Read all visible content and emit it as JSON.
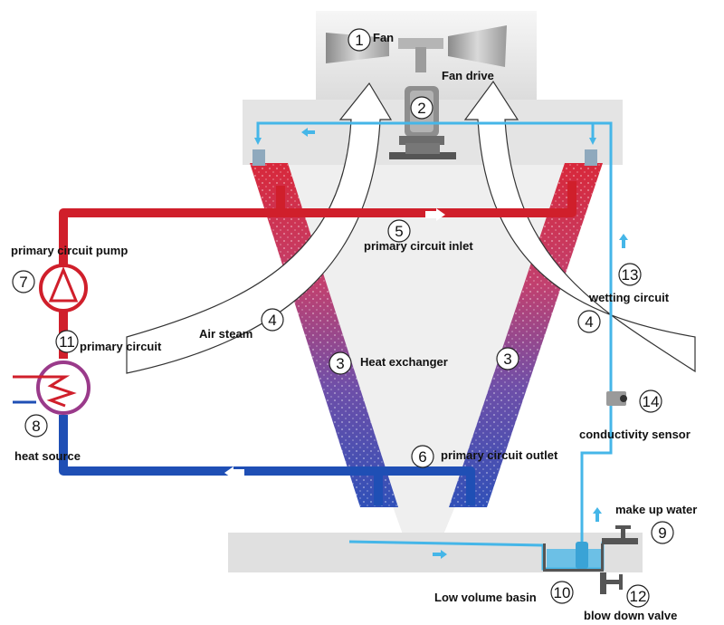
{
  "colors": {
    "hot_pipe": "#d01f2b",
    "cold_pipe": "#1f4fb5",
    "water": "#45b6e8",
    "casing": "#e6e6e6",
    "coil_top": "#d8283a",
    "coil_bottom": "#3050b8"
  },
  "components": {
    "fan": {
      "number": "1",
      "label": "Fan"
    },
    "fan_drive": {
      "number": "2",
      "label": "Fan drive"
    },
    "heat_exchanger": {
      "number": "3",
      "label": "Heat exchanger"
    },
    "air_stream": {
      "number": "4",
      "label": "Air steam"
    },
    "primary_inlet": {
      "number": "5",
      "label": "primary circuit inlet"
    },
    "primary_outlet": {
      "number": "6",
      "label": "primary circuit outlet"
    },
    "pump": {
      "number": "7",
      "label": "primary circuit pump"
    },
    "heat_source": {
      "number": "8",
      "label": "heat source"
    },
    "make_up_water": {
      "number": "9",
      "label": "make up water"
    },
    "basin": {
      "number": "10",
      "label": "Low volume basin"
    },
    "primary_circuit": {
      "number": "11",
      "label": "primary circuit"
    },
    "blow_down_valve": {
      "number": "12",
      "label": "blow down valve"
    },
    "wetting_circuit": {
      "number": "13",
      "label": "wetting circuit"
    },
    "conductivity_sensor": {
      "number": "14",
      "label": "conductivity sensor"
    }
  }
}
